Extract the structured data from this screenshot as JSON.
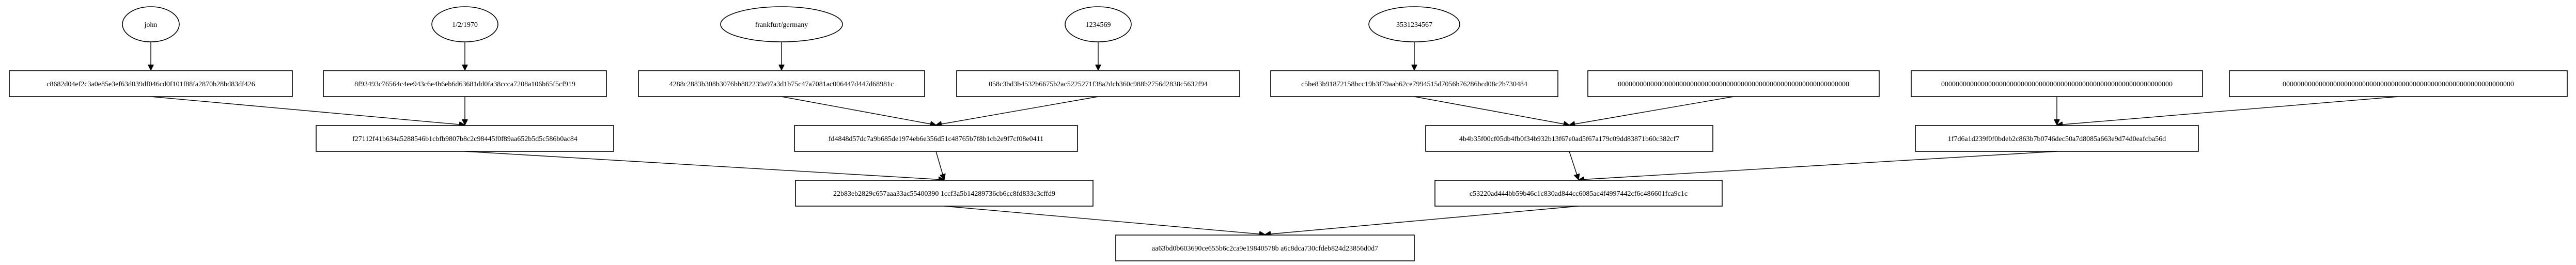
{
  "graph": {
    "nodes": [
      {
        "id": "n_john",
        "shape": "ellipse",
        "label": "john"
      },
      {
        "id": "n_date",
        "shape": "ellipse",
        "label": "1/2/1970"
      },
      {
        "id": "n_city",
        "shape": "ellipse",
        "label": "frankfurt/germany"
      },
      {
        "id": "n_num",
        "shape": "ellipse",
        "label": "1234569"
      },
      {
        "id": "n_phone",
        "shape": "ellipse",
        "label": "3531234567"
      },
      {
        "id": "h_john",
        "shape": "box",
        "label": "c8682d04ef2c3a0e85e3ef63d039df046cd0f101f88fa2870b28bd83df426"
      },
      {
        "id": "h_date",
        "shape": "box",
        "label": "8f93493c76564c4ee943c6e4b6eb6d63681dd0fa38ccca7208a106b65f5cf919"
      },
      {
        "id": "h_city",
        "shape": "box",
        "label": "4288c2883b308b3076bb882239a97a3d1b75c47a7081ac006447d447d68981c"
      },
      {
        "id": "h_num",
        "shape": "box",
        "label": "058c3bd3b4532b6675b2ac5225271f38a2dcb360c988b2756d2838c5632f94"
      },
      {
        "id": "h_phone",
        "shape": "box",
        "label": "c5be83b91872158bcc19b3f79aab62ce7994515d7056b76286bcd08c2b730484"
      },
      {
        "id": "h_zero1",
        "shape": "box",
        "label": "0000000000000000000000000000000000000000000000000000000000000000"
      },
      {
        "id": "h_zero2",
        "shape": "box",
        "label": "0000000000000000000000000000000000000000000000000000000000000000"
      },
      {
        "id": "h_zero3",
        "shape": "box",
        "label": "0000000000000000000000000000000000000000000000000000000000000000"
      },
      {
        "id": "m_a",
        "shape": "box",
        "label": "f27112f41b634a5288546b1cbfb9807b8c2c98445f0f89aa652b5d5c586b0ac84"
      },
      {
        "id": "m_b",
        "shape": "box",
        "label": "fd4848d57dc7a9b685de1974eb6e356d51c48765b7f8b1cb2e9f7cf08e0411"
      },
      {
        "id": "m_c",
        "shape": "box",
        "label": "4b4b35f00cf05db4fb0f34b932b13f67e0ad5f67a179c09dd83871b60c382cf7"
      },
      {
        "id": "m_d",
        "shape": "box",
        "label": "1f7d6a1d239f0f0bdeb2c863b7b0746dec50a7d8085a663e9d74d0eafcba56d"
      },
      {
        "id": "p_left",
        "shape": "box",
        "label": "22b83eb2829c657aaa33ac55400390 1ccf3a5b14289736cb6cc8fd833c3cffd9"
      },
      {
        "id": "p_right",
        "shape": "box",
        "label": "c53220ad444bb59b46c1c830ad844cc6085ac4f4997442cf6c486601fca9c1c"
      },
      {
        "id": "root",
        "shape": "box",
        "label": "aa63bd0b603690ce655b6c2ca9e19840578b a6c8dca730cfdeb824d23856d0d7"
      }
    ],
    "edges": [
      {
        "from": "n_john",
        "to": "h_john"
      },
      {
        "from": "n_date",
        "to": "h_date"
      },
      {
        "from": "n_city",
        "to": "h_city"
      },
      {
        "from": "n_num",
        "to": "h_num"
      },
      {
        "from": "n_phone",
        "to": "h_phone"
      },
      {
        "from": "h_john",
        "to": "m_a"
      },
      {
        "from": "h_date",
        "to": "m_a"
      },
      {
        "from": "h_city",
        "to": "m_b"
      },
      {
        "from": "h_num",
        "to": "m_b"
      },
      {
        "from": "h_phone",
        "to": "m_c"
      },
      {
        "from": "h_zero1",
        "to": "m_c"
      },
      {
        "from": "h_zero2",
        "to": "m_d"
      },
      {
        "from": "h_zero3",
        "to": "m_d"
      },
      {
        "from": "m_a",
        "to": "p_left"
      },
      {
        "from": "m_b",
        "to": "p_left"
      },
      {
        "from": "m_c",
        "to": "p_right"
      },
      {
        "from": "m_d",
        "to": "p_right"
      },
      {
        "from": "p_left",
        "to": "root"
      },
      {
        "from": "p_right",
        "to": "root"
      }
    ]
  }
}
